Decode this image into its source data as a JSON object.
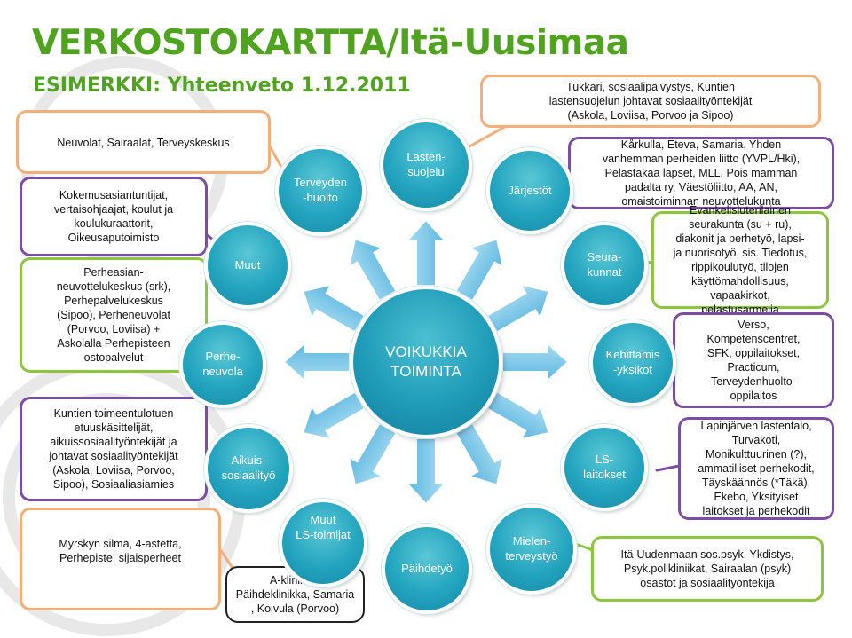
{
  "header": {
    "title": "VERKOSTOKARTTA/Itä-Uusimaa",
    "subtitle": "ESIMERKKI: Yhteenveto 1.12.2011"
  },
  "center_node": {
    "label": "VOIKUKKIA\nTOIMINTA"
  },
  "nodes": [
    {
      "id": "lastensuojelu",
      "label": "Lasten-\nsuojelu"
    },
    {
      "id": "jarjestot",
      "label": "Järjestöt"
    },
    {
      "id": "seurakunnat",
      "label": "Seura-\nkunnat"
    },
    {
      "id": "kehittamisyksikot",
      "label": "Kehittämis\n-yksiköt"
    },
    {
      "id": "ls-laitokset",
      "label": "LS-\nlaitokset"
    },
    {
      "id": "mielenterveystyo",
      "label": "Mielen-\nterveystyö"
    },
    {
      "id": "paihdetyo",
      "label": "Päihdetyö"
    },
    {
      "id": "muut-ls-toimijat",
      "label": "Muut\nLS-toimijat"
    },
    {
      "id": "aikuissosiaalityo",
      "label": "Aikuis-\nsosiaalityö"
    },
    {
      "id": "perheneuvola",
      "label": "Perhe-\nneuvola"
    },
    {
      "id": "muut",
      "label": "Muut"
    },
    {
      "id": "terveydenhuolto",
      "label": "Terveyden\n-huolto"
    }
  ],
  "callouts": {
    "tukkari": "Tukkari, sosiaalipäivystys, Kuntien\nlastensuojelun johtavat sosiaalityöntekijät\n(Askola, Loviisa, Porvoo ja Sipoo)",
    "neuvolat": "Neuvolat, Sairaalat, Terveyskeskus",
    "kokemus": "Kokemusasiantuntijat,\nvertaisohjaajat, koulut ja\nkoulukuraattorit,\nOikeusaputoimisto",
    "perheasiain": "Perheasian-\nneuvottelukeskus (srk),\nPerhepalvelukeskus\n(Sipoo), Perheneuvolat\n(Porvoo, Loviisa) +\nAskolalla Perhepisteen\nostopalvelut",
    "kuntien": "Kuntien  toimeentulotuen\netuuskäsittelijät,\naikuissosiaalityöntekijät ja\njohtavat sosiaalityöntekijät\n(Askola, Loviisa, Porvoo,\nSipoo), Sosiaaliasiamies",
    "myrskyn": "Myrskyn silmä, 4-astetta,\nPerhepiste, sijaisperheet",
    "aklinikka": "A-klinikka,\nPäihdeklinikka, Samaria\n, Koivula (Porvoo)",
    "karkulla": "Kårkulla, Eteva, Samaria, Yhden\nvanhemman perheiden liitto (YVPL/Hki),\nPelastakaa lapset, MLL, Pois mamman\npadalta ry, Väestöliitto, AA, AN,\nomaistoiminnan neuvottelukunta",
    "evankelis": "Evankelisluterilainen\nseurakunta (su + ru),\ndiakonit ja perhetyö, lapsi-\nja nuorisotyö, sis. Tiedotus,\nrippikoulutyö, tilojen\nkäyttömahdollisuus,\nvapaakirkot,\npelastusarmeija",
    "verso": "Verso,\nKompetenscentret,\nSFK, oppilaitokset,\nPracticum,\nTerveydenhuolto-\noppilaitos",
    "lapinjarven": "Lapinjärven lastentalo,\nTurvakoti,\nMonikulttuurinen (?),\nammatilliset perhekodit,\nTäyskäännös (*Täkä),\nEkebo, Yksityiset\nlaitokset ja perhekodit",
    "itauudenmaan": "Itä-Uudenmaan sos.psyk. Ykdistys,\nPsyk.polikliniikat, Sairaalan (psyk)\nosastot ja sosiaalityöntekijä"
  },
  "colors": {
    "title_green": "#4fa31f",
    "node_teal": "#23a4bf",
    "arrow_blue": "#7fc6e6",
    "callout_orange": "#f6ae78",
    "callout_purple": "#7b4ea3",
    "callout_green": "#8cc63f"
  }
}
